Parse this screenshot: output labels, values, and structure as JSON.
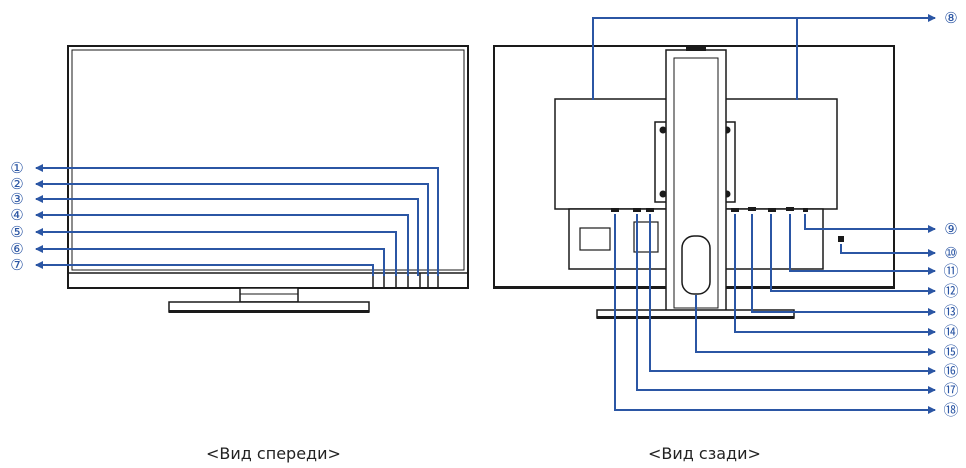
{
  "front_callouts": [
    "①",
    "②",
    "③",
    "④",
    "⑤",
    "⑥",
    "⑦"
  ],
  "back_callouts": [
    "⑧",
    "⑨",
    "⑩",
    "⑪",
    "⑫",
    "⑬",
    "⑭",
    "⑮",
    "⑯",
    "⑰",
    "⑱"
  ],
  "captions": {
    "front": "<Вид спереди>",
    "back": "<Вид сзади>"
  },
  "colors": {
    "callout_line": "#2b56a4",
    "outline": "#1a1a1a"
  }
}
